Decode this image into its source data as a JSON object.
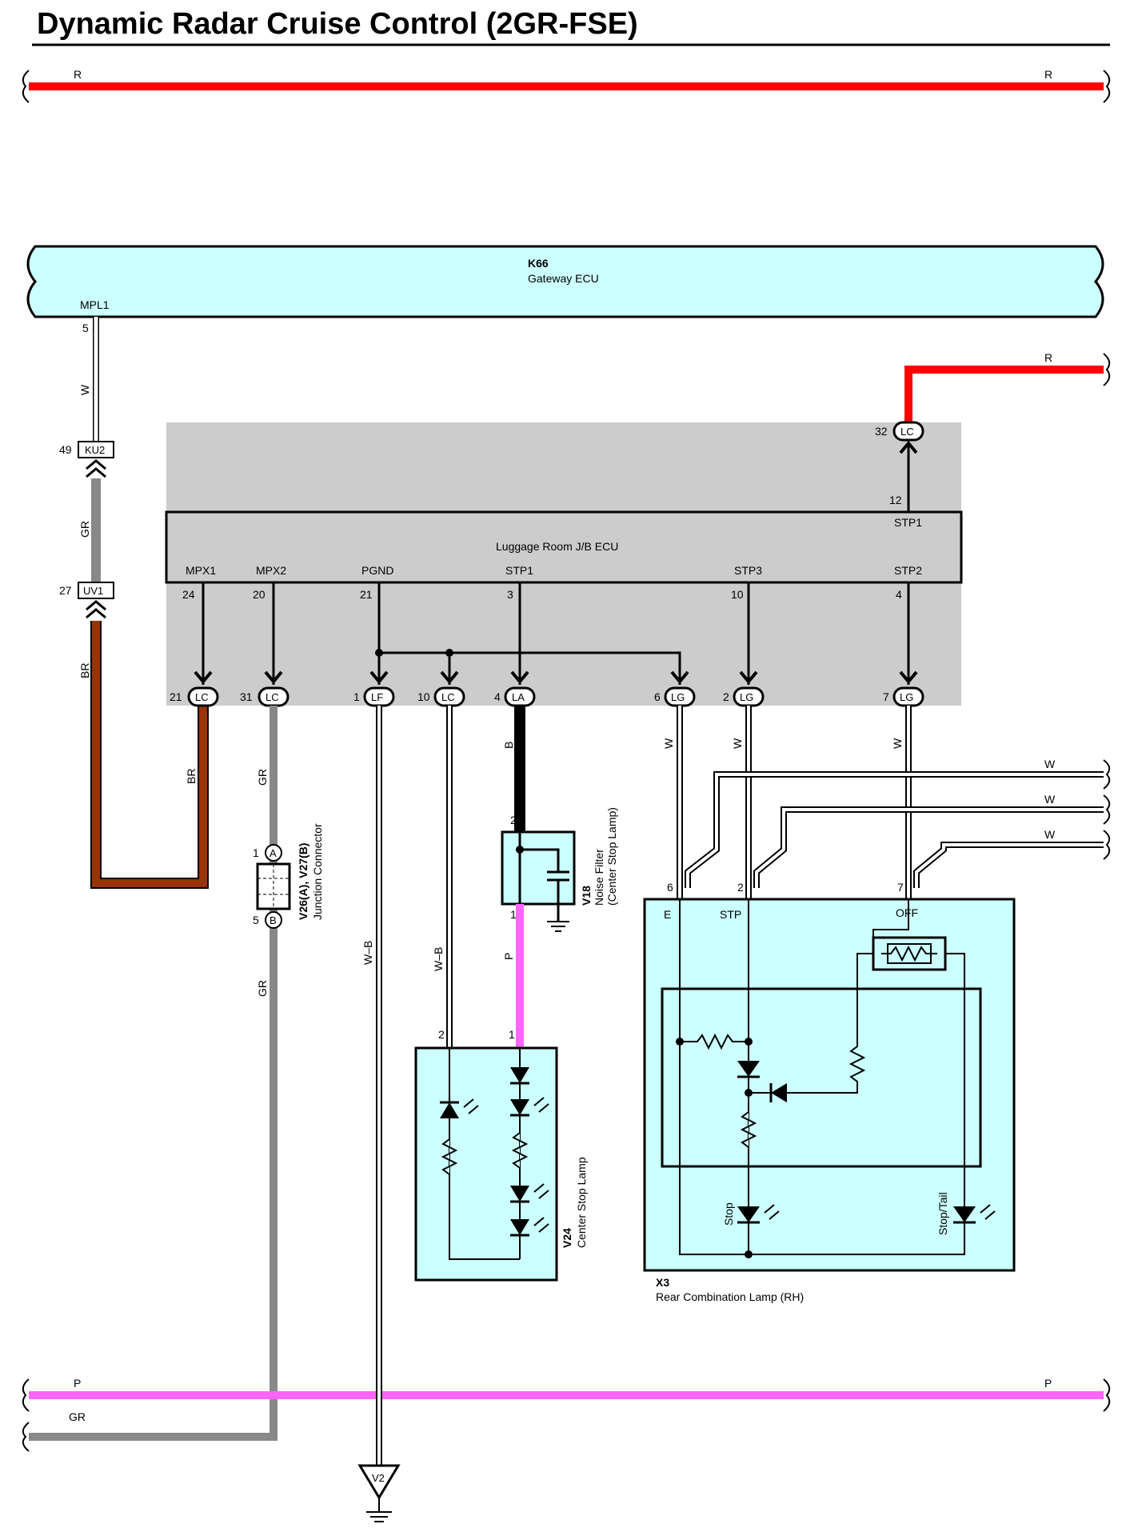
{
  "title": "Dynamic Radar Cruise Control (2GR-FSE)",
  "colors": {
    "R": "#ff0000",
    "P": "#ff66ff",
    "GR": "#888888",
    "BR": "#993300",
    "B": "#000000",
    "W": "#ffffff",
    "ecu_fill": "#ccffff",
    "jb_fill": "#cccccc"
  },
  "wire_colors": {
    "R": "R",
    "W": "W",
    "GR": "GR",
    "BR": "BR",
    "B": "B",
    "P": "P",
    "WB": "W–B"
  },
  "gateway": {
    "code": "K66",
    "name": "Gateway ECU",
    "pin_name": "MPL1",
    "pin_num": "5"
  },
  "junction_connectors": {
    "ku2": "KU2",
    "ku2_pin": "49",
    "uv1": "UV1",
    "uv1_pin": "27"
  },
  "jb_ecu": {
    "name": "Luggage Room J/B ECU",
    "top_pin_name": "STP1",
    "top_pin_num": "12",
    "top_conn": "LC",
    "top_conn_pin": "32",
    "pins": [
      {
        "name": "MPX1",
        "num": "24",
        "conn": "LC",
        "conn_pin": "21"
      },
      {
        "name": "MPX2",
        "num": "20",
        "conn": "LC",
        "conn_pin": "31"
      },
      {
        "name": "PGND",
        "num": "21",
        "conn": "LF",
        "conn_pin": "1"
      },
      {
        "name": "",
        "num": "",
        "conn": "LC",
        "conn_pin": "10"
      },
      {
        "name": "STP1",
        "num": "3",
        "conn": "LA",
        "conn_pin": "4"
      },
      {
        "name": "",
        "num": "",
        "conn": "LG",
        "conn_pin": "6"
      },
      {
        "name": "STP3",
        "num": "10",
        "conn": "LG",
        "conn_pin": "2"
      },
      {
        "name": "STP2",
        "num": "4",
        "conn": "LG",
        "conn_pin": "7"
      }
    ]
  },
  "junction_connector_v26": {
    "code": "V26(A), V27(B)",
    "name": "Junction Connector",
    "pin_a": "1",
    "letter_a": "A",
    "pin_b": "5",
    "letter_b": "B"
  },
  "noise_filter": {
    "code": "V18",
    "name": "Noise Filter",
    "sub": "(Center Stop Lamp)",
    "pin_top": "2",
    "pin_bottom": "1"
  },
  "center_stop_lamp": {
    "code": "V24",
    "name": "Center Stop Lamp",
    "pin_left": "2",
    "pin_right": "1"
  },
  "rear_lamp": {
    "code": "X3",
    "name": "Rear Combination Lamp (RH)",
    "pins": [
      {
        "name": "E",
        "num": "6"
      },
      {
        "name": "STP",
        "num": "2"
      },
      {
        "name": "OFF",
        "num": "7"
      }
    ],
    "stop_label": "Stop",
    "stop_tail_label": "Stop/Tail"
  },
  "ground": {
    "code": "V2"
  }
}
